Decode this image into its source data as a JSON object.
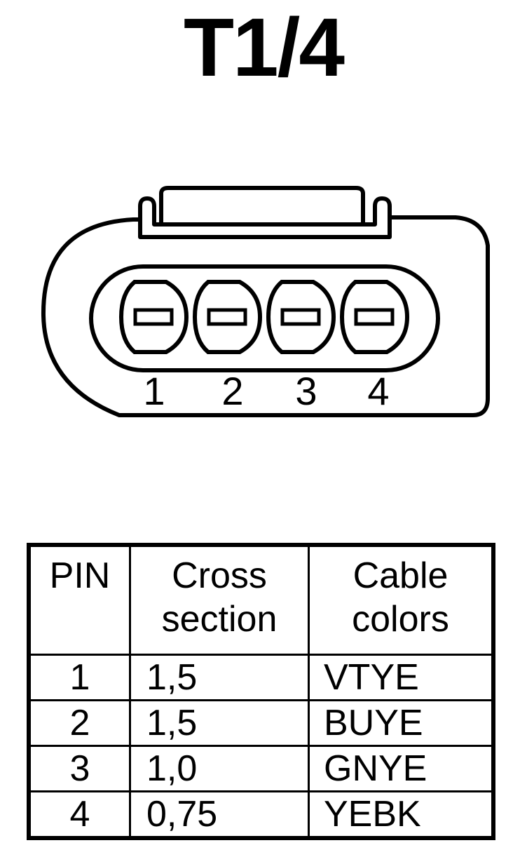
{
  "title": "T1/4",
  "pin_labels": [
    "1",
    "2",
    "3",
    "4"
  ],
  "table": {
    "headers": {
      "pin": "PIN",
      "cross_section_line1": "Cross",
      "cross_section_line2": "section",
      "cable_colors_line1": "Cable",
      "cable_colors_line2": "colors"
    },
    "rows": [
      {
        "pin": "1",
        "cross_section": "1,5",
        "color": "VTYE"
      },
      {
        "pin": "2",
        "cross_section": "1,5",
        "color": "BUYE"
      },
      {
        "pin": "3",
        "cross_section": "1,0",
        "color": "GNYE"
      },
      {
        "pin": "4",
        "cross_section": "0,75",
        "color": "YEBK"
      }
    ]
  }
}
